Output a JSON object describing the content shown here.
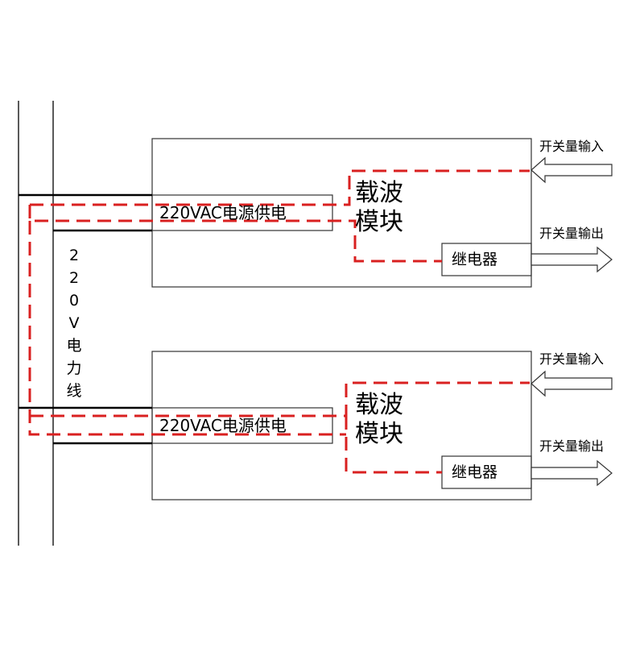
{
  "units": [
    {
      "power_supply_label": "220VAC电源供电",
      "carrier_module_label": "载波\n模块",
      "relay_label": "继电器",
      "switch_input_label": "开关量输入",
      "switch_output_label": "开关量输出"
    },
    {
      "power_supply_label": "220VAC电源供电",
      "carrier_module_label": "载波\n模块",
      "relay_label": "继电器",
      "switch_input_label": "开关量输入",
      "switch_output_label": "开关量输出"
    }
  ],
  "power_line_label": "2\n2\n0\nV\n电\n力\n线",
  "colors": {
    "line": "#000000",
    "signal_path": "#d92020",
    "box_border": "#333333",
    "background": "#ffffff"
  }
}
